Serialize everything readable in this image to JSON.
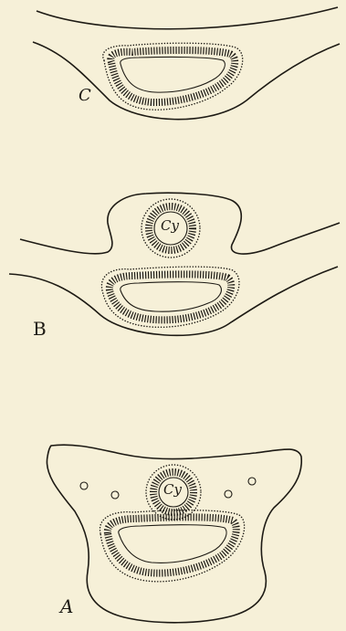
{
  "figures": [
    {
      "id": "C",
      "label": "C",
      "has_tube": false
    },
    {
      "id": "B",
      "label": "B",
      "has_tube": true,
      "tube_label": "Cy"
    },
    {
      "id": "A",
      "label": "A",
      "has_tube": true,
      "tube_label": "Cy",
      "side_pores": 4
    }
  ]
}
